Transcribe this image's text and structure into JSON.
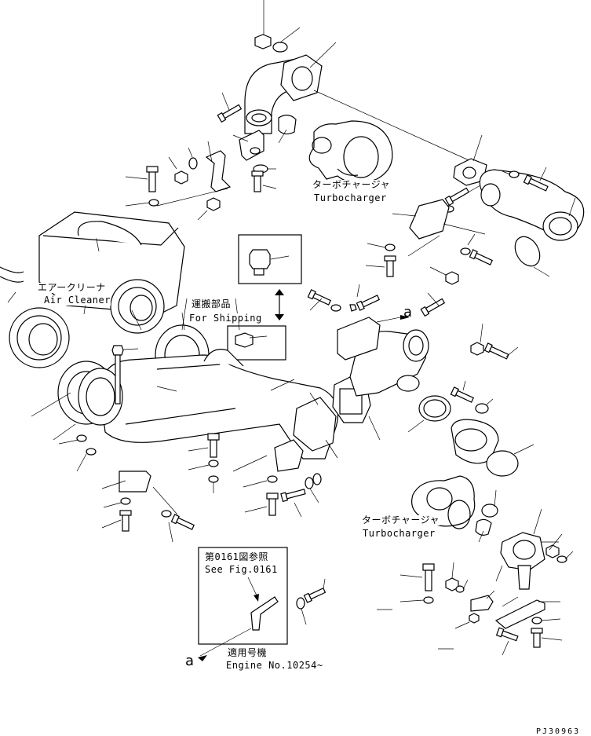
{
  "labels": {
    "turbo_upper_jp": "ターボチャージャ",
    "turbo_upper_en": "Turbocharger",
    "air_cleaner_jp": "エアークリーナ",
    "air_cleaner_en": "Air Cleaner",
    "shipping_jp": "運搬部品",
    "shipping_en": "For Shipping",
    "turbo_lower_jp": "ターボチャージャ",
    "turbo_lower_en": "Turbocharger",
    "see_fig_jp": "第0161図参照",
    "see_fig_en": "See Fig.0161",
    "applicable_jp": "適用号機",
    "engine_no": "Engine No.10254~",
    "ref_a_top": "a",
    "ref_a_bottom": "a",
    "drawing_code": "PJ30963"
  }
}
